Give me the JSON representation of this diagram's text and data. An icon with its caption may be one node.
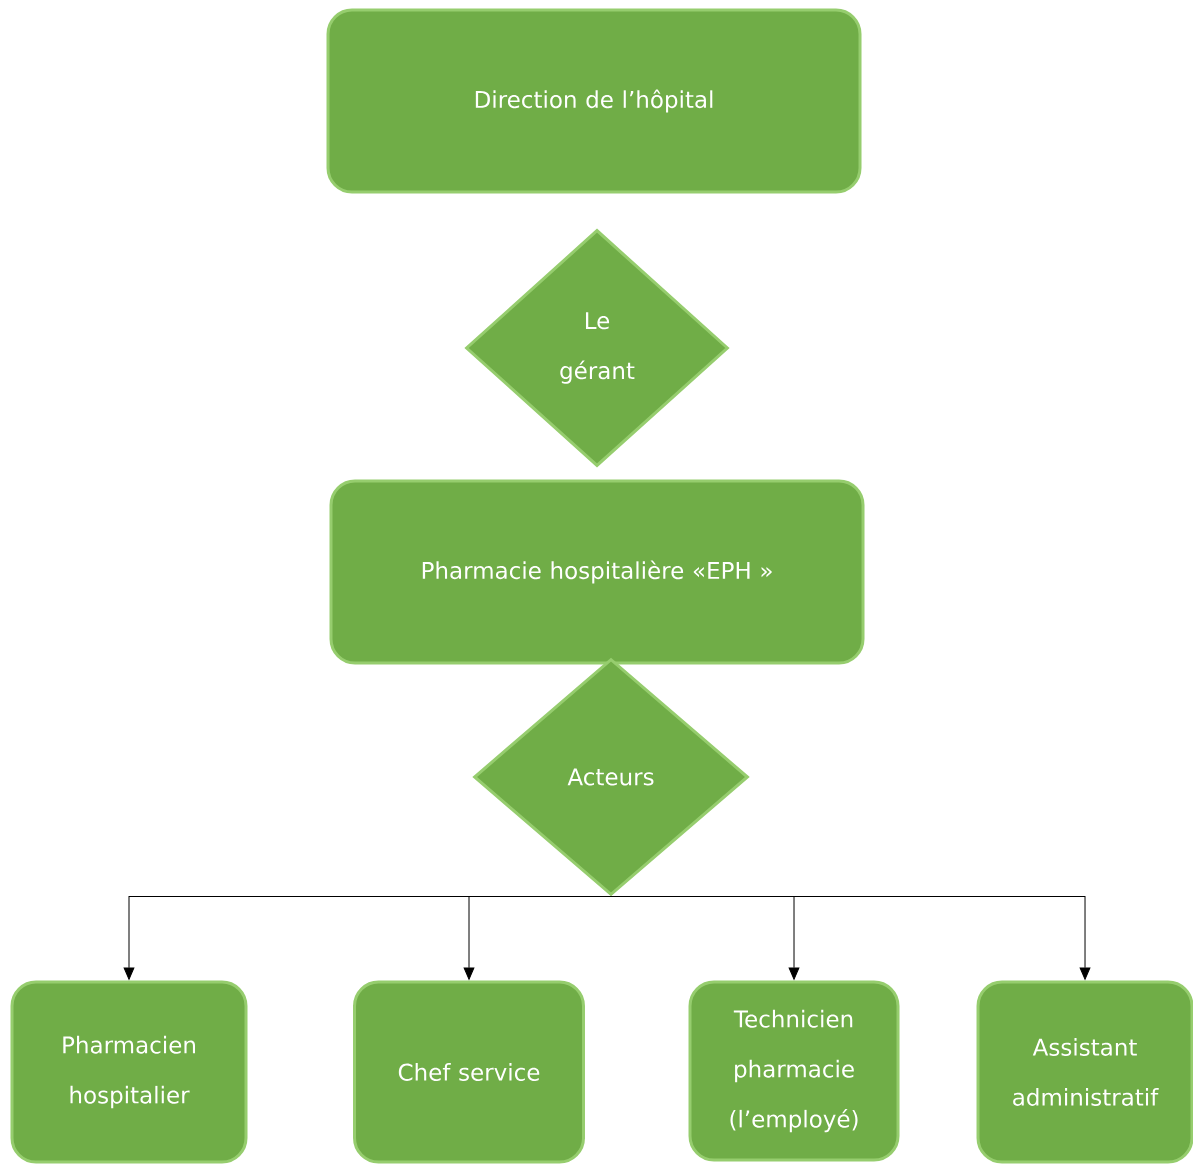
{
  "diagram": {
    "nodes": [
      {
        "text": [
          "Direction de l’hôpital"
        ]
      },
      {
        "text": [
          "Le gérant"
        ]
      },
      {
        "text": [
          "Pharmacie hospitalière «EPH »"
        ]
      },
      {
        "text": [
          "Acteurs"
        ]
      },
      {
        "text": [
          "Pharmacien hospitalier"
        ]
      },
      {
        "text": [
          "Chef service"
        ]
      },
      {
        "text": [
          "Technicien pharmacie (l’employé)"
        ]
      },
      {
        "text": [
          "Assistant administratif"
        ]
      }
    ],
    "edges": [
      {
        "from": 3,
        "to": 4,
        "arrow": "to"
      },
      {
        "from": 3,
        "to": 5,
        "arrow": "to"
      },
      {
        "from": 3,
        "to": 6,
        "arrow": "to"
      },
      {
        "from": 3,
        "to": 7,
        "arrow": "to"
      }
    ]
  }
}
